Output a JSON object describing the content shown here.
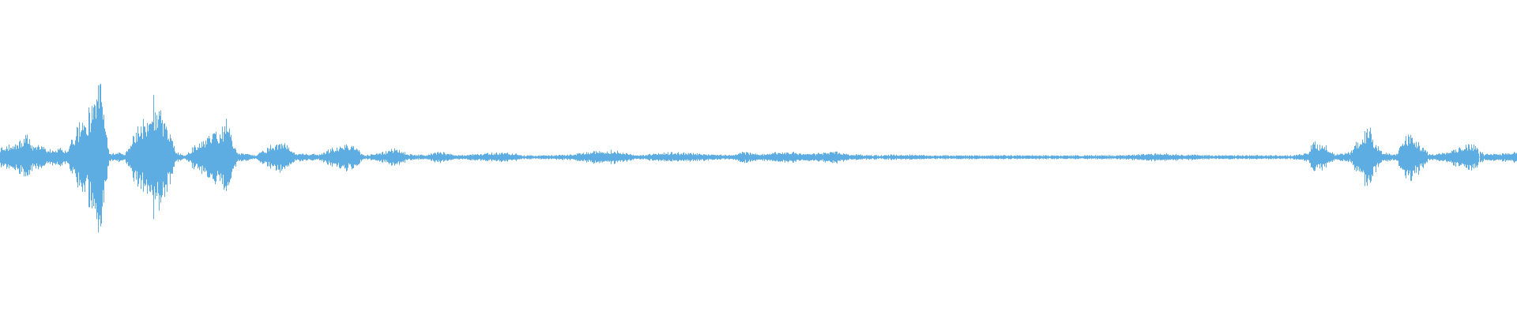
{
  "waveform": {
    "color": "#5DADE2",
    "background": "#FFFFFF",
    "peak_scale": 1.0,
    "envelope": [
      [
        0.0,
        0.1
      ],
      [
        0.01,
        0.14
      ],
      [
        0.018,
        0.22
      ],
      [
        0.022,
        0.1
      ],
      [
        0.026,
        0.15
      ],
      [
        0.03,
        0.07
      ],
      [
        0.034,
        0.08
      ],
      [
        0.04,
        0.09
      ],
      [
        0.044,
        0.07
      ],
      [
        0.048,
        0.22
      ],
      [
        0.056,
        0.4
      ],
      [
        0.062,
        0.55
      ],
      [
        0.066,
        1.0
      ],
      [
        0.069,
        0.25
      ],
      [
        0.072,
        0.04
      ],
      [
        0.078,
        0.05
      ],
      [
        0.082,
        0.03
      ],
      [
        0.088,
        0.25
      ],
      [
        0.097,
        0.38
      ],
      [
        0.105,
        0.5
      ],
      [
        0.11,
        0.35
      ],
      [
        0.116,
        0.05
      ],
      [
        0.122,
        0.02
      ],
      [
        0.128,
        0.12
      ],
      [
        0.136,
        0.22
      ],
      [
        0.15,
        0.35
      ],
      [
        0.156,
        0.05
      ],
      [
        0.168,
        0.02
      ],
      [
        0.176,
        0.1
      ],
      [
        0.186,
        0.16
      ],
      [
        0.194,
        0.04
      ],
      [
        0.21,
        0.03
      ],
      [
        0.222,
        0.11
      ],
      [
        0.232,
        0.14
      ],
      [
        0.24,
        0.02
      ],
      [
        0.25,
        0.04
      ],
      [
        0.26,
        0.09
      ],
      [
        0.27,
        0.03
      ],
      [
        0.28,
        0.02
      ],
      [
        0.29,
        0.06
      ],
      [
        0.3,
        0.02
      ],
      [
        0.32,
        0.04
      ],
      [
        0.335,
        0.05
      ],
      [
        0.345,
        0.02
      ],
      [
        0.36,
        0.02
      ],
      [
        0.376,
        0.03
      ],
      [
        0.39,
        0.06
      ],
      [
        0.405,
        0.07
      ],
      [
        0.42,
        0.02
      ],
      [
        0.44,
        0.05
      ],
      [
        0.46,
        0.04
      ],
      [
        0.48,
        0.02
      ],
      [
        0.49,
        0.06
      ],
      [
        0.5,
        0.03
      ],
      [
        0.52,
        0.06
      ],
      [
        0.53,
        0.03
      ],
      [
        0.55,
        0.06
      ],
      [
        0.56,
        0.03
      ],
      [
        0.58,
        0.02
      ],
      [
        0.59,
        0.03
      ],
      [
        0.61,
        0.02
      ],
      [
        0.625,
        0.02
      ],
      [
        0.64,
        0.02
      ],
      [
        0.655,
        0.02
      ],
      [
        0.675,
        0.02
      ],
      [
        0.69,
        0.02
      ],
      [
        0.705,
        0.02
      ],
      [
        0.72,
        0.02
      ],
      [
        0.735,
        0.02
      ],
      [
        0.75,
        0.03
      ],
      [
        0.76,
        0.04
      ],
      [
        0.78,
        0.03
      ],
      [
        0.8,
        0.02
      ],
      [
        0.82,
        0.02
      ],
      [
        0.835,
        0.02
      ],
      [
        0.85,
        0.02
      ],
      [
        0.862,
        0.04
      ],
      [
        0.866,
        0.18
      ],
      [
        0.874,
        0.05
      ],
      [
        0.88,
        0.03
      ],
      [
        0.89,
        0.05
      ],
      [
        0.896,
        0.2
      ],
      [
        0.902,
        0.35
      ],
      [
        0.908,
        0.05
      ],
      [
        0.92,
        0.03
      ],
      [
        0.925,
        0.18
      ],
      [
        0.93,
        0.25
      ],
      [
        0.936,
        0.05
      ],
      [
        0.946,
        0.03
      ],
      [
        0.962,
        0.1
      ],
      [
        0.97,
        0.16
      ],
      [
        0.978,
        0.03
      ],
      [
        0.988,
        0.04
      ],
      [
        1.0,
        0.06
      ]
    ],
    "bursts": [
      [
        0.06,
        0.072,
        0.55
      ],
      [
        0.092,
        0.11,
        0.6
      ],
      [
        0.13,
        0.155,
        0.2
      ],
      [
        0.172,
        0.195,
        0.12
      ],
      [
        0.222,
        0.235,
        0.09
      ],
      [
        0.255,
        0.265,
        0.08
      ],
      [
        0.385,
        0.396,
        0.06
      ],
      [
        0.435,
        0.445,
        0.05
      ],
      [
        0.488,
        0.497,
        0.05
      ],
      [
        0.518,
        0.526,
        0.06
      ],
      [
        0.549,
        0.558,
        0.05
      ],
      [
        0.862,
        0.88,
        0.15
      ],
      [
        0.896,
        0.912,
        0.2
      ],
      [
        0.925,
        0.942,
        0.18
      ],
      [
        0.962,
        0.975,
        0.12
      ]
    ]
  }
}
